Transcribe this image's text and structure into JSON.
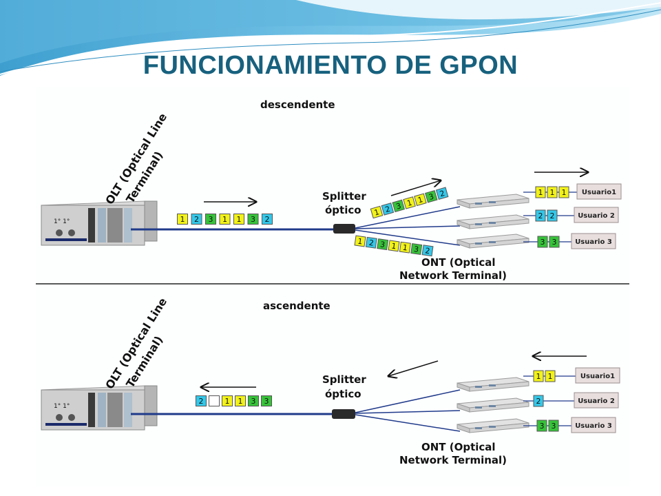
{
  "slide": {
    "title": "FUNCIONAMIENTO DE GPON",
    "colors": {
      "title": "#17617e",
      "fiber": "#1f3a8a",
      "pkt_yellow": "#f2f21a",
      "pkt_cyan": "#35c7e8",
      "pkt_green": "#37c23a",
      "separator": "#222222"
    }
  },
  "diagram": {
    "downstream": {
      "heading": "descendente",
      "olt_label_line1": "OLT (Optical Line",
      "olt_label_line2": "Terminal)",
      "splitter_label_line1": "Splitter",
      "splitter_label_line2": "óptico",
      "ont_label_line1": "ONT (Optical",
      "ont_label_line2": "Network Terminal)",
      "fiber_packets": [
        "1",
        "2",
        "3",
        "1",
        "1",
        "3",
        "2"
      ],
      "upper_branch_packets": [
        "1",
        "2",
        "3",
        "1",
        "1",
        "3",
        "2"
      ],
      "lower_branch_packets": [
        "1",
        "2",
        "3",
        "1",
        "1",
        "3",
        "2"
      ],
      "users": [
        {
          "name": "Usuario1",
          "packets": [
            "1",
            "1",
            "1"
          ]
        },
        {
          "name": "Usuario 2",
          "packets": [
            "2",
            "2"
          ]
        },
        {
          "name": "Usuario 3",
          "packets": [
            "3",
            "3"
          ]
        }
      ]
    },
    "upstream": {
      "heading": "ascendente",
      "olt_label_line1": "OLT (Optical Line",
      "olt_label_line2": "Terminal)",
      "splitter_label_line1": "Splitter",
      "splitter_label_line2": "óptico",
      "ont_label_line1": "ONT (Optical",
      "ont_label_line2": "Network Terminal)",
      "fiber_packets": [
        "2",
        "",
        "1",
        "1",
        "3",
        "3"
      ],
      "users": [
        {
          "name": "Usuario1",
          "packets": [
            "1",
            "1"
          ]
        },
        {
          "name": "Usuario 2",
          "packets": [
            "2"
          ]
        },
        {
          "name": "Usuario 3",
          "packets": [
            "3",
            "3"
          ]
        }
      ]
    }
  }
}
